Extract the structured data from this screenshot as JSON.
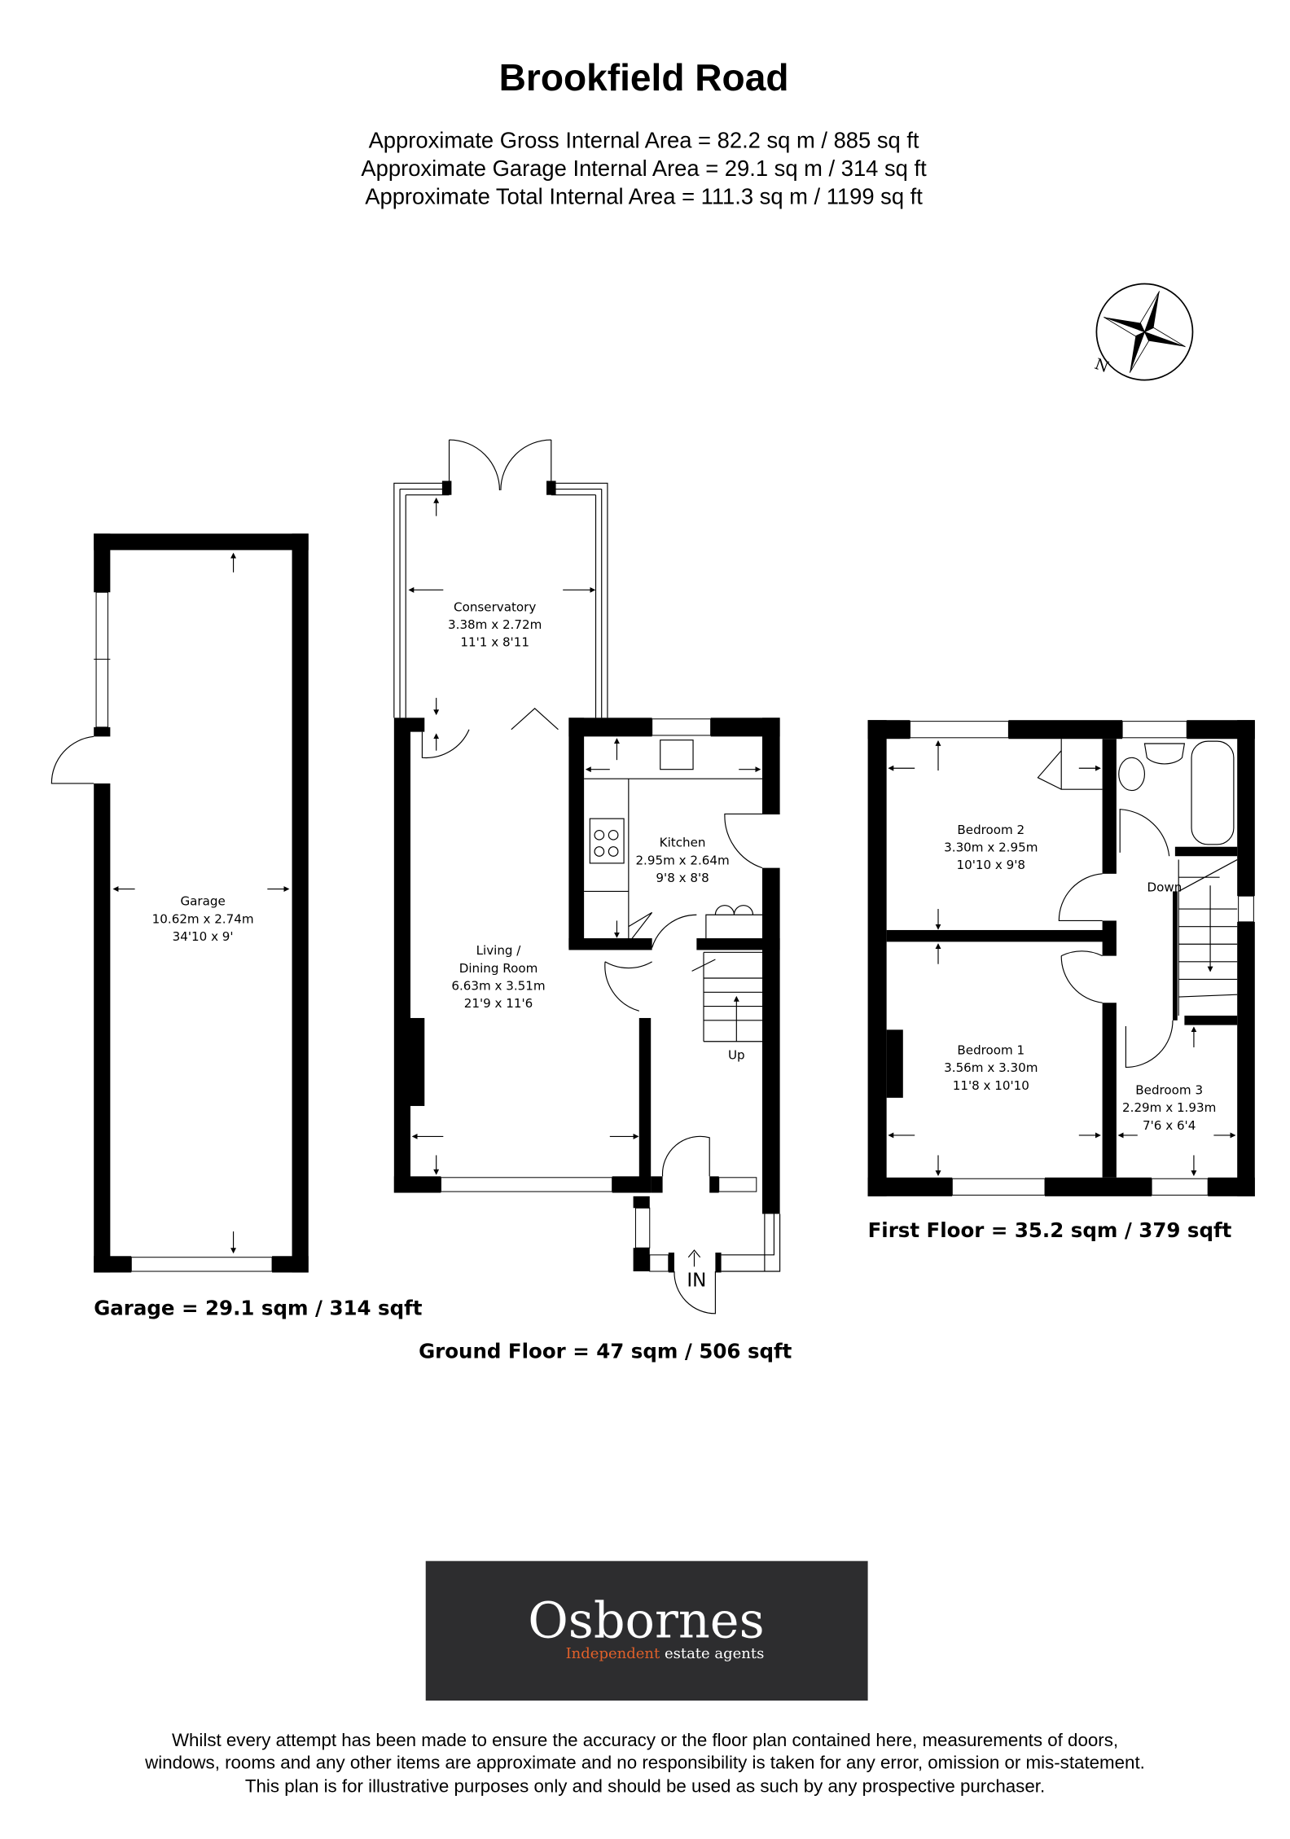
{
  "header": {
    "title": "Brookfield Road",
    "areas": [
      "Approximate Gross Internal Area = 82.2 sq m / 885 sq ft",
      "Approximate Garage Internal Area = 29.1 sq m / 314 sq ft",
      "Approximate Total Internal Area = 111.3 sq m / 1199 sq ft"
    ]
  },
  "compass": {
    "label": "N",
    "icon": "compass-rose-icon"
  },
  "garage": {
    "rooms": [
      {
        "name": "Garage",
        "metric": "10.62m x 2.74m",
        "imperial": "34'10 x 9'"
      }
    ],
    "caption": "Garage = 29.1 sqm / 314 sqft"
  },
  "ground_floor": {
    "rooms": [
      {
        "name": "Conservatory",
        "metric": "3.38m x 2.72m",
        "imperial": "11'1 x 8'11"
      },
      {
        "name_line1": "Living /",
        "name_line2": "Dining Room",
        "metric": "6.63m x 3.51m",
        "imperial": "21'9 x 11'6"
      },
      {
        "name": "Kitchen",
        "metric": "2.95m x 2.64m",
        "imperial": "9'8 x 8'8"
      }
    ],
    "stairs_label": "Up",
    "entrance_label": "IN",
    "caption": "Ground Floor = 47 sqm / 506 sqft"
  },
  "first_floor": {
    "rooms": [
      {
        "name": "Bedroom 2",
        "metric": "3.30m x 2.95m",
        "imperial": "10'10 x 9'8"
      },
      {
        "name": "Bedroom 1",
        "metric": "3.56m x 3.30m",
        "imperial": "11'8 x 10'10"
      },
      {
        "name": "Bedroom 3",
        "metric": "2.29m x 1.93m",
        "imperial": "7'6 x 6'4"
      }
    ],
    "stairs_label": "Down",
    "caption": "First Floor = 35.2 sqm / 379 sqft"
  },
  "logo": {
    "brand": "Osbornes",
    "tagline_accent": "Independent",
    "tagline_rest": " estate agents",
    "background": "#2d2d2f",
    "accent_color": "#e0602a"
  },
  "disclaimer": [
    "Whilst every attempt has been made to ensure the accuracy or the floor plan contained here, measurements of doors,",
    "windows, rooms and any other items are approximate and no responsibility is taken for any error, omission or mis-statement.",
    "This plan is for illustrative purposes only and should be used as such by any prospective purchaser."
  ]
}
